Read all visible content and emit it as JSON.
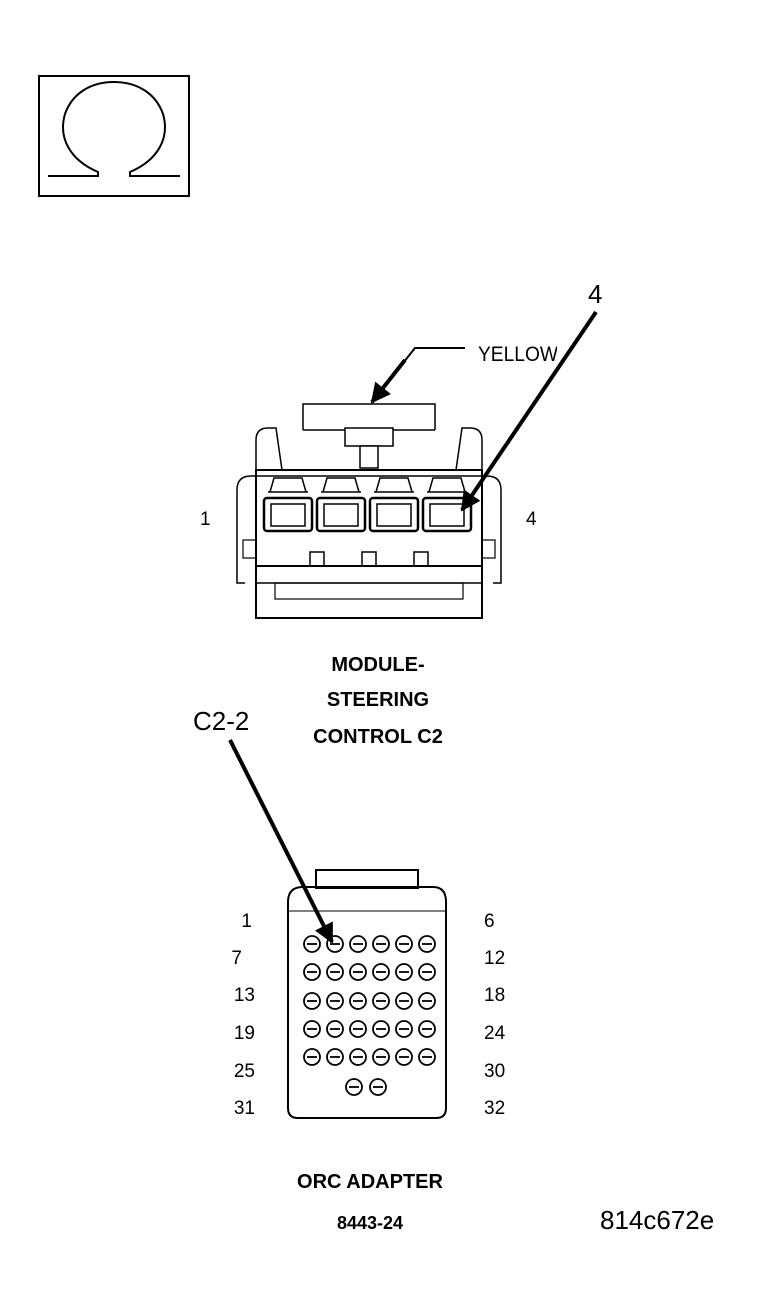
{
  "symbol": {
    "name": "ohm-icon",
    "glyph": "Ω"
  },
  "steering_connector": {
    "callout_pin": "4",
    "wire_color": "YELLOW",
    "pin_left": "1",
    "pin_right": "4",
    "title_lines": [
      "MODULE-",
      "STEERING",
      "CONTROL C2"
    ]
  },
  "orc_adapter": {
    "callout": "C2-2",
    "row_labels_left": [
      "1",
      "7",
      "13",
      "19",
      "25",
      "31"
    ],
    "row_labels_right": [
      "6",
      "12",
      "18",
      "24",
      "30",
      "32"
    ],
    "title": "ORC ADAPTER",
    "part_number": "8443-24"
  },
  "figure_id": "814c672e",
  "colors": {
    "ink": "#000000",
    "background": "#ffffff"
  }
}
